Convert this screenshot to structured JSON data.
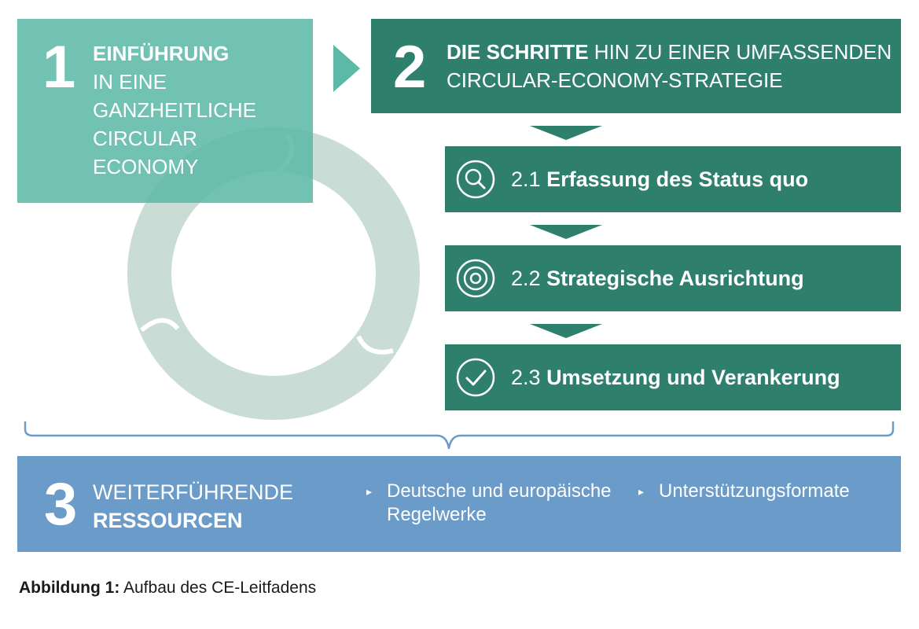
{
  "colors": {
    "intro_box": "#5db9a7",
    "steps_box": "#2e7f6c",
    "resources_box": "#6a9bc9",
    "ring": "#c9ddd6",
    "brace": "#6a9bc9"
  },
  "section1": {
    "number": "1",
    "title_bold": "EINFÜHRUNG",
    "title_lines": [
      "IN EINE",
      "GANZHEITLICHE",
      "CIRCULAR",
      "ECONOMY"
    ]
  },
  "section2": {
    "number": "2",
    "title_bold": "DIE SCHRITTE",
    "title_rest": " HIN ZU EINER UMFASSENDEN",
    "title_line2": "CIRCULAR-ECONOMY-STRATEGIE",
    "steps": [
      {
        "number": "2.1",
        "label": "Erfassung des Status quo",
        "icon": "magnifier-icon"
      },
      {
        "number": "2.2",
        "label": "Strategische Ausrichtung",
        "icon": "target-icon"
      },
      {
        "number": "2.3",
        "label": "Umsetzung und Verankerung",
        "icon": "checkmark-icon"
      }
    ]
  },
  "section3": {
    "number": "3",
    "title_line1": "WEITERFÜHRENDE",
    "title_bold": "RESSOURCEN",
    "items": [
      {
        "bullet": "▸",
        "lines": [
          "Deutsche und europäische",
          "Regelwerke"
        ]
      },
      {
        "bullet": "▸",
        "lines": [
          "Unterstützungsformate"
        ]
      }
    ]
  },
  "caption": {
    "label": "Abbildung 1:",
    "text": " Aufbau des CE-Leitfadens"
  }
}
